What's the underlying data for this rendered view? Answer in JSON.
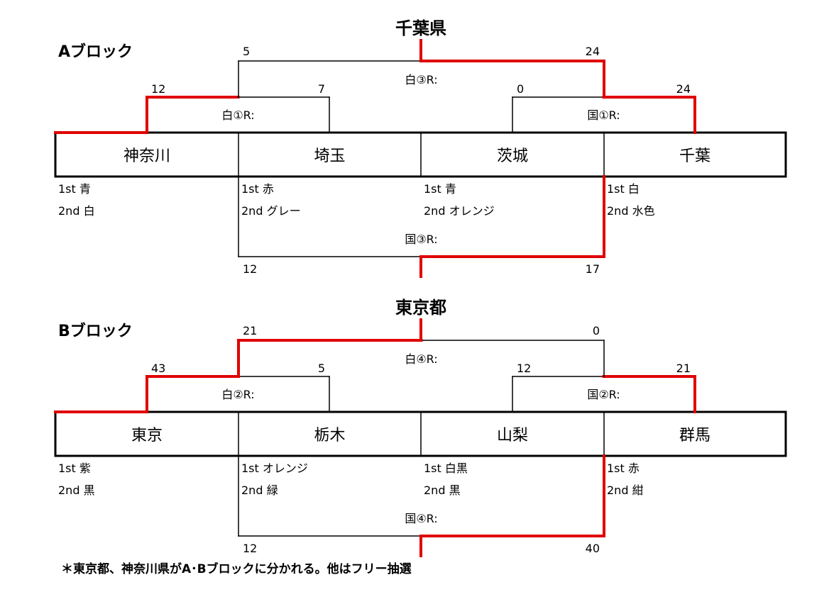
{
  "colors": {
    "winner": "#e00000",
    "line": "#000000"
  },
  "blocks": [
    {
      "label": "Aブロック",
      "champion": "千葉県",
      "teams": [
        {
          "name": "神奈川",
          "first": "1st  青",
          "second": "2nd 白"
        },
        {
          "name": "埼玉",
          "first": "1st  赤",
          "second": "2nd グレー"
        },
        {
          "name": "茨城",
          "first": "1st  青",
          "second": "2nd  オレンジ"
        },
        {
          "name": "千葉",
          "first": "1st  白",
          "second": "2nd 水色"
        }
      ],
      "matches": {
        "r1_left": {
          "label": "白①R:",
          "scores": [
            "12",
            "7"
          ],
          "winner": 0
        },
        "r1_right": {
          "label": "国①R:",
          "scores": [
            "0",
            "24"
          ],
          "winner": 1
        },
        "top": {
          "label": "白③R:",
          "scores": [
            "5",
            "24"
          ],
          "winner": 1
        },
        "bottom": {
          "label": "国③R:",
          "scores": [
            "12",
            "17"
          ],
          "winner": 1
        }
      }
    },
    {
      "label": "Bブロック",
      "champion": "東京都",
      "teams": [
        {
          "name": "東京",
          "first": "1st  紫",
          "second": "2nd 黒"
        },
        {
          "name": "栃木",
          "first": "1st  オレンジ",
          "second": "2nd 緑"
        },
        {
          "name": "山梨",
          "first": "1st  白黒",
          "second": "2nd   黒"
        },
        {
          "name": "群馬",
          "first": "1st  赤",
          "second": "2nd  紺"
        }
      ],
      "matches": {
        "r1_left": {
          "label": "白②R:",
          "scores": [
            "43",
            "5"
          ],
          "winner": 0
        },
        "r1_right": {
          "label": "国②R:",
          "scores": [
            "12",
            "21"
          ],
          "winner": 1
        },
        "top": {
          "label": "白④R:",
          "scores": [
            "21",
            "0"
          ],
          "winner": 0
        },
        "bottom": {
          "label": "国④R:",
          "scores": [
            "12",
            "40"
          ],
          "winner": 1
        }
      }
    }
  ],
  "footnote": "＊東京都、神奈川県がA･Bブロックに分かれる。他はフリー抽選"
}
